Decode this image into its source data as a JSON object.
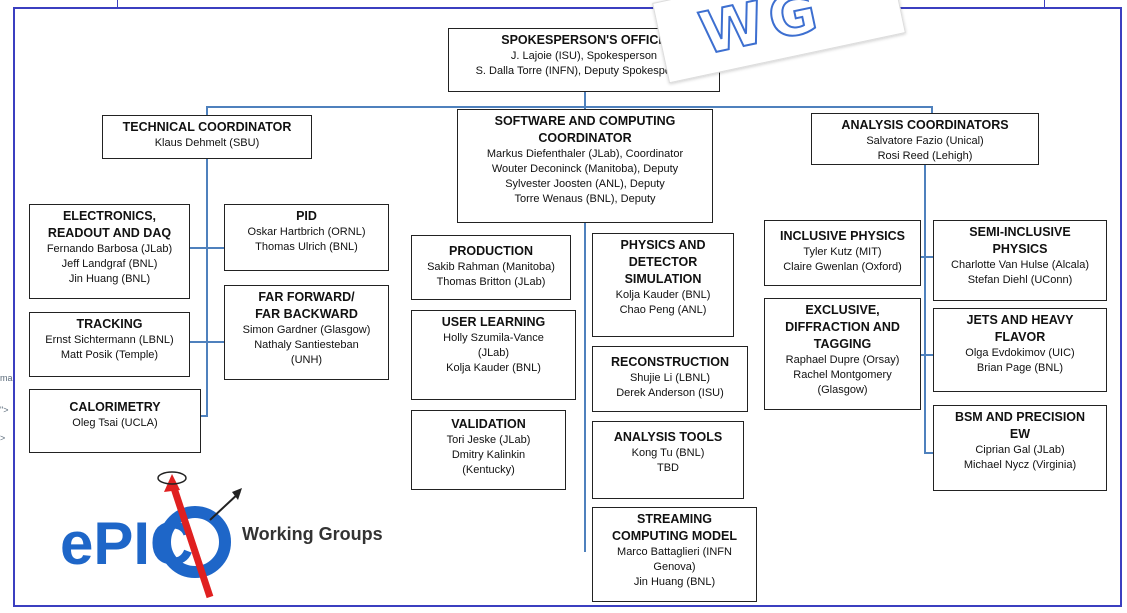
{
  "stamp": "WG",
  "logo": {
    "wordmark": "ePIC",
    "caption": "Working Groups"
  },
  "bg_fragments": [
    "ma",
    "\">",
    ">"
  ],
  "boxes": {
    "spokesperson": {
      "title": "SPOKESPERSON'S OFFICE",
      "people": [
        "J. Lajoie (ISU), Spokesperson",
        "S. Dalla Torre (INFN), Deputy Spokesperson"
      ]
    },
    "technical": {
      "title": "TECHNICAL COORDINATOR",
      "people": [
        "Klaus Dehmelt (SBU)"
      ]
    },
    "software": {
      "title1": "SOFTWARE AND COMPUTING",
      "title2": "COORDINATOR",
      "people": [
        "Markus Diefenthaler (JLab), Coordinator",
        "Wouter Deconinck (Manitoba), Deputy",
        "Sylvester Joosten (ANL), Deputy",
        "Torre Wenaus (BNL), Deputy"
      ]
    },
    "analysis": {
      "title": "ANALYSIS COORDINATORS",
      "people": [
        "Salvatore Fazio (Unical)",
        "Rosi Reed (Lehigh)"
      ]
    },
    "electronics": {
      "title1": "ELECTRONICS,",
      "title2": "READOUT AND DAQ",
      "people": [
        "Fernando Barbosa (JLab)",
        "Jeff Landgraf (BNL)",
        "Jin Huang (BNL)"
      ]
    },
    "pid": {
      "title": "PID",
      "people": [
        "Oskar Hartbrich (ORNL)",
        "Thomas Ulrich (BNL)"
      ]
    },
    "tracking": {
      "title": "TRACKING",
      "people": [
        "Ernst Sichtermann (LBNL)",
        "Matt Posik (Temple)"
      ]
    },
    "farforward": {
      "title1": "FAR FORWARD/",
      "title2": "FAR BACKWARD",
      "people": [
        "Simon Gardner (Glasgow)",
        "Nathaly Santiesteban",
        "(UNH)"
      ]
    },
    "calorimetry": {
      "title": "CALORIMETRY",
      "people": [
        "Oleg Tsai (UCLA)"
      ]
    },
    "production": {
      "title": "PRODUCTION",
      "people": [
        "Sakib Rahman (Manitoba)",
        "Thomas Britton (JLab)"
      ]
    },
    "physdet": {
      "title1": "PHYSICS AND",
      "title2": "DETECTOR",
      "title3": "SIMULATION",
      "people": [
        "Kolja Kauder (BNL)",
        "Chao Peng (ANL)"
      ]
    },
    "userlearning": {
      "title": "USER LEARNING",
      "people": [
        "Holly Szumila-Vance",
        "(JLab)",
        "Kolja Kauder (BNL)"
      ]
    },
    "reconstruction": {
      "title": "RECONSTRUCTION",
      "people": [
        "Shujie Li (LBNL)",
        "Derek Anderson (ISU)"
      ]
    },
    "validation": {
      "title": "VALIDATION",
      "people": [
        "Tori Jeske (JLab)",
        "Dmitry Kalinkin",
        "(Kentucky)"
      ]
    },
    "analysistools": {
      "title": "ANALYSIS TOOLS",
      "people": [
        "Kong Tu (BNL)",
        "TBD"
      ]
    },
    "streaming": {
      "title1": "STREAMING",
      "title2": "COMPUTING MODEL",
      "people": [
        "Marco Battaglieri (INFN",
        "Genova)",
        "Jin Huang (BNL)"
      ]
    },
    "inclusive": {
      "title": "INCLUSIVE PHYSICS",
      "people": [
        "Tyler Kutz (MIT)",
        "Claire Gwenlan (Oxford)"
      ]
    },
    "semiinclusive": {
      "title1": "SEMI-INCLUSIVE",
      "title2": "PHYSICS",
      "people": [
        "Charlotte Van Hulse (Alcala)",
        "Stefan Diehl (UConn)"
      ]
    },
    "exclusive": {
      "title1": "EXCLUSIVE,",
      "title2": "DIFFRACTION AND",
      "title3": "TAGGING",
      "people": [
        "Raphael Dupre (Orsay)",
        "Rachel Montgomery",
        "(Glasgow)"
      ]
    },
    "jets": {
      "title1": "JETS AND HEAVY",
      "title2": "FLAVOR",
      "people": [
        "Olga Evdokimov (UIC)",
        "Brian Page (BNL)"
      ]
    },
    "bsm": {
      "title1": "BSM AND PRECISION",
      "title2": "EW",
      "people": [
        "Ciprian Gal (JLab)",
        "Michael Nycz (Virginia)"
      ]
    }
  },
  "colors": {
    "frame": "#3b3fc0",
    "connector": "#4f81bd",
    "logo_blue": "#1e66c8",
    "logo_arrow": "#e02020"
  }
}
